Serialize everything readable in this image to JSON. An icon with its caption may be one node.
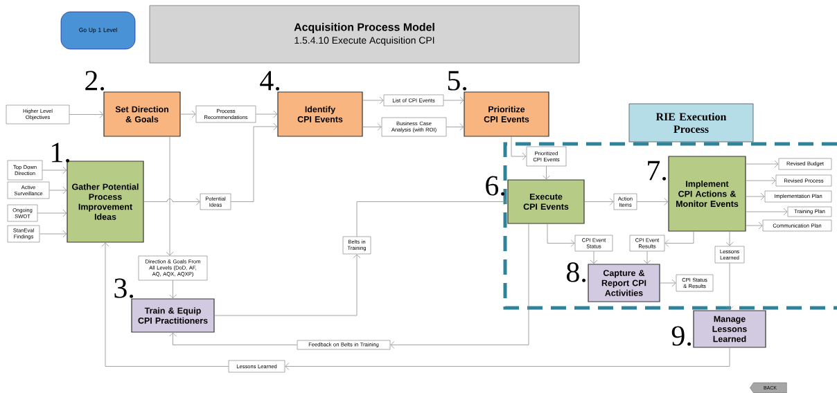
{
  "diagram": {
    "nodes": [
      {
        "text": [
          "Go Up 1 Level"
        ]
      },
      {
        "text": [
          "Acquisition Process Model",
          "1.5.4.10 Execute Acquisition CPI"
        ]
      },
      {
        "text": [
          "Higher Level Objectives"
        ]
      },
      {
        "text": [
          "Set Direction & Goals"
        ],
        "beside": [
          "2."
        ]
      },
      {
        "text": [
          "Process Recommendations"
        ]
      },
      {
        "text": [
          "Identify CPI Events"
        ],
        "beside": [
          "4."
        ]
      },
      {
        "text": [
          "List of CPI Events"
        ]
      },
      {
        "text": [
          "Business Case Analysis (with ROI)"
        ]
      },
      {
        "text": [
          "Prioritize CPI Events"
        ],
        "beside": [
          "5."
        ]
      },
      {
        "text": [
          "RIE Execution Process"
        ]
      },
      {
        "text": [
          "Top Down Direction"
        ]
      },
      {
        "text": [
          "Active Surveillance"
        ]
      },
      {
        "text": [
          "Ongoing SWOT"
        ]
      },
      {
        "text": [
          "StanEval Findings"
        ]
      },
      {
        "text": [
          "Gather Potential Process Improvement Ideas"
        ],
        "beside": [
          "1."
        ]
      },
      {
        "text": [
          "Potential Ideas"
        ]
      },
      {
        "text": [
          "Prioritized CPI Events"
        ]
      },
      {
        "text": [
          "Execute CPI Events"
        ],
        "beside": [
          "6."
        ]
      },
      {
        "text": [
          "Action Items"
        ]
      },
      {
        "text": [
          "Implement CPI Actions & Monitor Events"
        ],
        "beside": [
          "7."
        ]
      },
      {
        "text": [
          "Revised Budget"
        ]
      },
      {
        "text": [
          "Revised Process"
        ]
      },
      {
        "text": [
          "Implementation Plan"
        ]
      },
      {
        "text": [
          "Training Plan"
        ]
      },
      {
        "text": [
          "Communication Plan"
        ]
      },
      {
        "text": [
          "Belts in Training"
        ]
      },
      {
        "text": [
          "Direction & Goals From All Levels (DoD, AF, AQ, AQX, AQXP)"
        ]
      },
      {
        "text": [
          "CPI Event Status"
        ]
      },
      {
        "text": [
          "CPI Event Results"
        ]
      },
      {
        "text": [
          "Lessons Learned"
        ]
      },
      {
        "text": [
          "Train & Equip CPI Practitioners"
        ],
        "beside": [
          "3."
        ]
      },
      {
        "text": [
          "Capture & Report CPI Activities"
        ],
        "beside": [
          "8."
        ]
      },
      {
        "text": [
          "CPI Status & Results"
        ]
      },
      {
        "text": [
          "Manage Lessons Learned"
        ],
        "beside": [
          "9."
        ]
      },
      {
        "text": [
          "Feedback on Belts in Training"
        ]
      },
      {
        "text": [
          "Lessons Learned"
        ]
      },
      {
        "text": [
          "BACK"
        ]
      }
    ],
    "edges": [
      {
        "from": 2,
        "to": 3,
        "arrow": "to"
      },
      {
        "from": 3,
        "to": 4,
        "arrow": "to"
      },
      {
        "from": 4,
        "to": 5,
        "arrow": "to"
      },
      {
        "from": 14,
        "to": 15,
        "arrow": "to"
      },
      {
        "from": 15,
        "to": 5,
        "arrow": "to"
      },
      {
        "from": 5,
        "to": 6,
        "arrow": "to"
      },
      {
        "from": 6,
        "to": 8,
        "arrow": "to"
      },
      {
        "from": 5,
        "to": 7,
        "arrow": "to"
      },
      {
        "from": 7,
        "to": 8,
        "arrow": "to"
      },
      {
        "from": 3,
        "to": 26,
        "arrow": "to"
      },
      {
        "from": 26,
        "to": 30,
        "arrow": "to"
      },
      {
        "from": 30,
        "to": 25,
        "arrow": "to"
      },
      {
        "from": 25,
        "to": 17,
        "arrow": "to"
      },
      {
        "from": 8,
        "to": 16,
        "arrow": "to"
      },
      {
        "from": 16,
        "to": 17,
        "arrow": "to"
      },
      {
        "from": 17,
        "to": 18,
        "arrow": "to"
      },
      {
        "from": 18,
        "to": 19,
        "arrow": "to"
      },
      {
        "from": 19,
        "to": 20,
        "arrow": "to"
      },
      {
        "from": 19,
        "to": 21,
        "arrow": "to"
      },
      {
        "from": 19,
        "to": 22,
        "arrow": "to"
      },
      {
        "from": 19,
        "to": 23,
        "arrow": "to"
      },
      {
        "from": 19,
        "to": 24,
        "arrow": "to"
      },
      {
        "from": 17,
        "to": 27,
        "arrow": "to"
      },
      {
        "from": 27,
        "to": 31,
        "arrow": "to"
      },
      {
        "from": 19,
        "to": 28,
        "arrow": "to"
      },
      {
        "from": 28,
        "to": 31,
        "arrow": "to"
      },
      {
        "from": 31,
        "to": 32,
        "arrow": "to"
      },
      {
        "from": 19,
        "to": 29,
        "arrow": "to"
      },
      {
        "from": 29,
        "to": 33,
        "arrow": "to"
      },
      {
        "from": 17,
        "to": 34,
        "arrow": "to"
      },
      {
        "from": 34,
        "to": 30,
        "arrow": "to"
      },
      {
        "from": 33,
        "to": 35,
        "arrow": "to"
      },
      {
        "from": 35,
        "to": 14,
        "arrow": "to"
      },
      {
        "from": 10,
        "to": 14,
        "arrow": "to"
      },
      {
        "from": 11,
        "to": 14,
        "arrow": "to"
      },
      {
        "from": 12,
        "to": 14,
        "arrow": "to"
      },
      {
        "from": 13,
        "to": 14,
        "arrow": "to"
      }
    ]
  }
}
